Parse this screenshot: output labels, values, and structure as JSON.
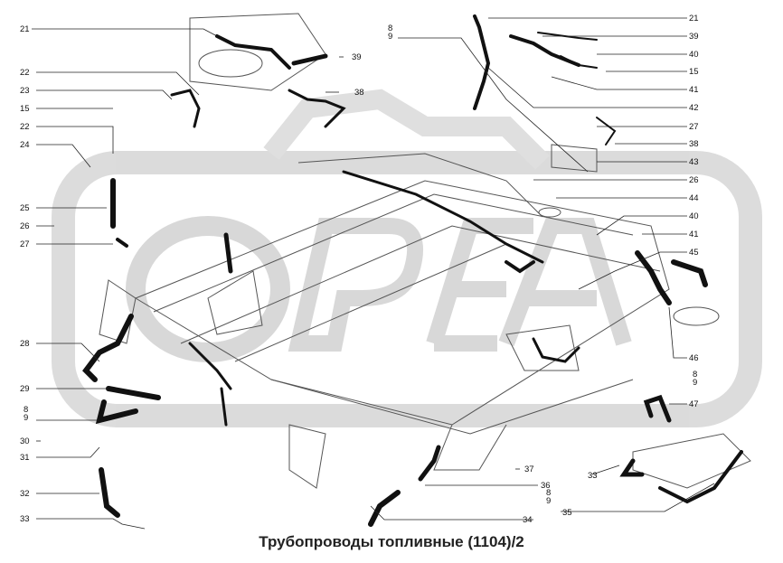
{
  "title": "Трубопроводы топливные (1104)/2",
  "watermark": "OPEX",
  "colors": {
    "watermark": "#d9d9d9",
    "line": "#222222",
    "part": "#555555",
    "pipe": "#111111"
  },
  "callouts": {
    "left": [
      "21",
      "22",
      "23",
      "15",
      "22",
      "24",
      "25",
      "26",
      "27",
      "28",
      "29",
      "8/9",
      "30",
      "31",
      "32",
      "33"
    ],
    "top_center": [
      "8/9",
      "39",
      "38"
    ],
    "right": [
      "21",
      "39",
      "40",
      "15",
      "41",
      "42",
      "27",
      "38",
      "43",
      "26",
      "44",
      "40",
      "41",
      "45",
      "46",
      "8/9",
      "47",
      "33",
      "35"
    ],
    "bottom_center": [
      "37",
      "36",
      "8/9",
      "34"
    ]
  }
}
